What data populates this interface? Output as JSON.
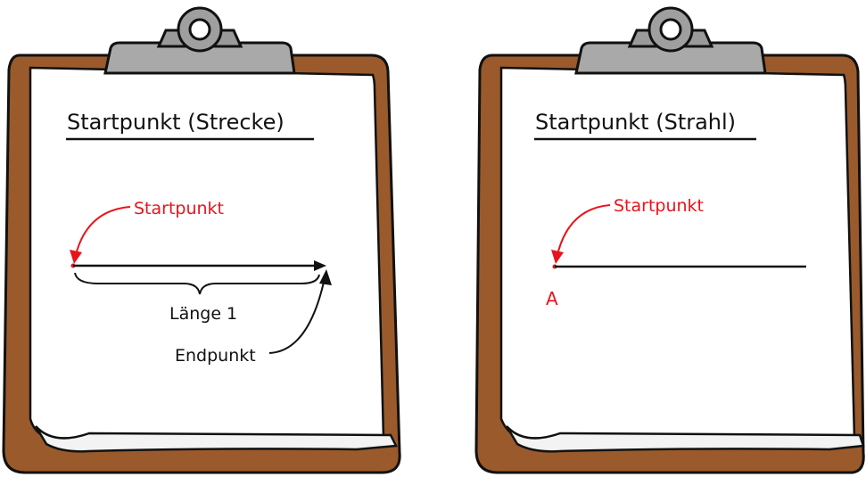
{
  "colors": {
    "board": "#9a5a2b",
    "board_dark": "#7a421b",
    "paper": "#ffffff",
    "clip": "#a9a9a9",
    "clip_dark": "#7e7e7e",
    "ink": "#111111",
    "accent": "#e8141b"
  },
  "boards": [
    {
      "title": "Startpunkt (Strecke)",
      "start_label": "Startpunkt",
      "length_label": "Länge 1",
      "end_label": "Endpunkt"
    },
    {
      "title": "Startpunkt (Strahl)",
      "start_label": "Startpunkt",
      "point_label": "A"
    }
  ]
}
